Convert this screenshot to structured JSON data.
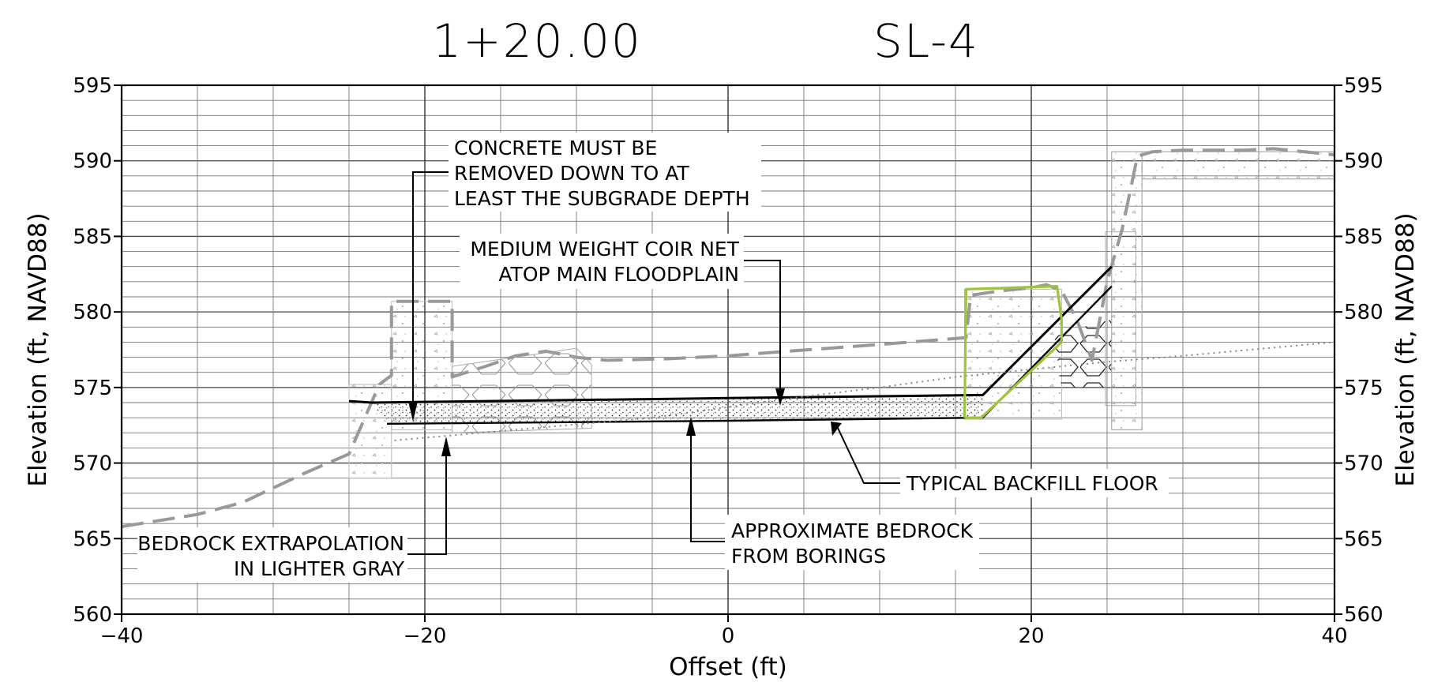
{
  "title_left": "1+20.00",
  "title_right": "SL-4",
  "x_axis": {
    "label": "Offset (ft)",
    "range": [
      -40,
      40
    ],
    "ticks": [
      "−40",
      "−20",
      "0",
      "20",
      "40"
    ]
  },
  "y_axis": {
    "label": "Elevation (ft, NAVD88)",
    "range": [
      560,
      595
    ],
    "ticks": [
      "595",
      "590",
      "585",
      "580",
      "575",
      "570",
      "565",
      "560"
    ]
  },
  "callouts": {
    "concrete": [
      "CONCRETE MUST BE",
      "REMOVED DOWN TO AT",
      "LEAST THE SUBGRADE DEPTH"
    ],
    "coir": [
      "MEDIUM WEIGHT COIR NET",
      "ATOP MAIN FLOODPLAIN"
    ],
    "backfill": [
      "TYPICAL BACKFILL FLOOR"
    ],
    "approx_bedrock": [
      "APPROXIMATE BEDROCK",
      "FROM BORINGS"
    ],
    "bedrock_extrap": [
      "BEDROCK EXTRAPOLATION",
      "IN LIGHTER GRAY"
    ]
  },
  "colors": {
    "existing_ground": "#999999",
    "design_surface": "#000000",
    "structure_outline": "#9bc53d",
    "grid": "#555555",
    "bedrock_dotted": "#888888"
  },
  "chart_data": {
    "type": "line",
    "xlabel": "Offset (ft)",
    "ylabel": "Elevation (ft, NAVD88)",
    "xlim": [
      -40,
      40
    ],
    "ylim": [
      560,
      595
    ],
    "series": [
      {
        "style": "dashed-gray",
        "x": [
          -40,
          -35,
          -32,
          -28,
          -25,
          -23,
          -22.2,
          -22.2,
          -18.2,
          -18.2,
          -16,
          -14,
          -12,
          -10,
          -8,
          -4,
          0,
          4,
          8,
          12,
          15.7,
          16,
          18,
          20,
          21,
          22,
          23,
          24,
          25,
          26,
          27,
          28,
          30,
          34,
          36,
          40
        ],
        "y": [
          565.8,
          566.6,
          567.4,
          569.3,
          570.6,
          575.2,
          575.8,
          580.7,
          580.7,
          575.7,
          576.4,
          577.1,
          577.4,
          577.0,
          576.8,
          576.9,
          577.1,
          577.4,
          577.7,
          578.0,
          578.3,
          581.1,
          581.4,
          581.6,
          581.8,
          581.4,
          579.5,
          576.8,
          582.0,
          585.5,
          590.3,
          590.6,
          590.7,
          590.7,
          590.8,
          590.4
        ]
      },
      {
        "style": "black-design-surface",
        "x": [
          -25,
          -23.5,
          0,
          16.8,
          25.3
        ],
        "y": [
          574.1,
          574.0,
          574.3,
          574.5,
          583.0
        ]
      },
      {
        "style": "black-backfill-floor",
        "x": [
          -22.5,
          0,
          16.8,
          25.3
        ],
        "y": [
          572.6,
          572.8,
          573.0,
          581.7
        ]
      },
      {
        "style": "dotted-gray-bedrock",
        "x": [
          -22,
          -5,
          5,
          10,
          15,
          20,
          25,
          30,
          40
        ],
        "y": [
          571.5,
          573.0,
          574.4,
          575.0,
          575.7,
          576.2,
          576.7,
          577.1,
          578.0
        ]
      },
      {
        "style": "green-structure-outline",
        "x": [
          15.6,
          15.7,
          21.7,
          22,
          22,
          16.7,
          15.6
        ],
        "y": [
          573.0,
          581.5,
          581.7,
          579.5,
          578.0,
          573.0,
          573.0
        ]
      }
    ]
  }
}
